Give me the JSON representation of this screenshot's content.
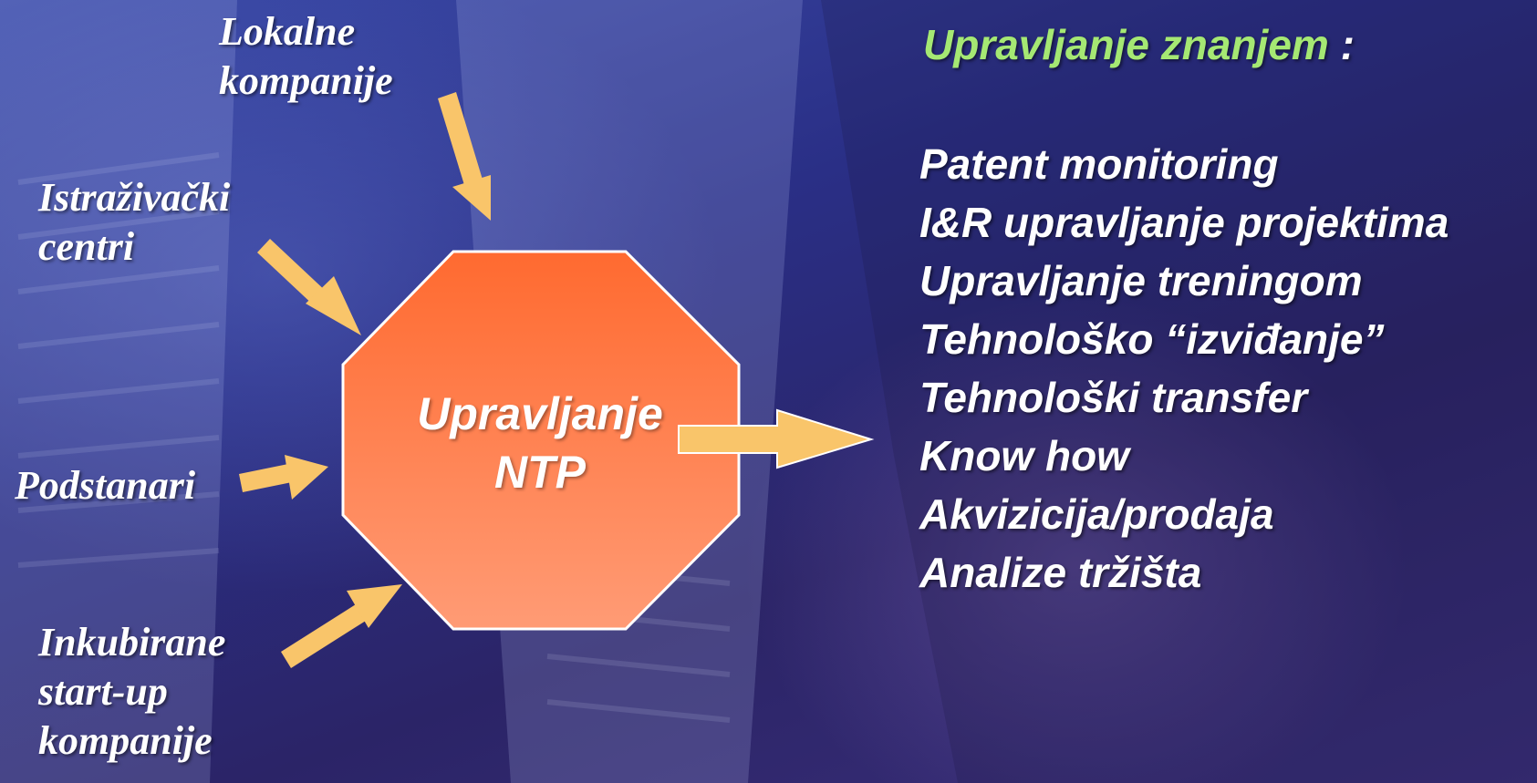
{
  "inputs": {
    "lokalne": [
      "Lokalne",
      "kompanije"
    ],
    "istrazivacki": [
      "Istraživački",
      "centri"
    ],
    "podstanari": "Podstanari",
    "inkubirane": [
      "Inkubirane",
      "start-up",
      "kompanije"
    ]
  },
  "center": {
    "line1": "Upravljanje",
    "line2": "NTP"
  },
  "knowledge": {
    "heading": "Upravljanje znanjem",
    "colon": " :",
    "items": [
      "Patent monitoring",
      "I&R upravljanje projektima",
      "Upravljanje treningom",
      "Tehnološko “izviđanje”",
      "Tehnološki transfer",
      "Know how",
      "Akvizicija/prodaja",
      "Analize tržišta"
    ]
  },
  "colors": {
    "arrow": "#f9c56a",
    "octagon_top": "#ff6a30",
    "octagon_bottom": "#ff9b75",
    "heading": "#a5e873"
  }
}
